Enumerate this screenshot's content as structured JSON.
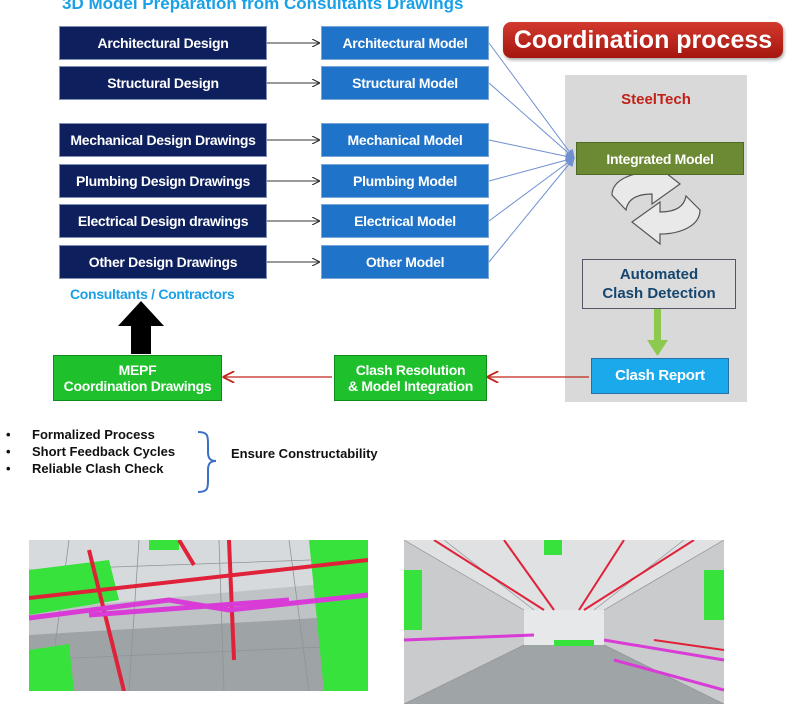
{
  "header": {
    "title": "3D Model Preparation from Consultants Drawings",
    "coordination": "Coordination process"
  },
  "design_inputs": [
    "Architectural Design",
    "Structural Design",
    "Mechanical Design Drawings",
    "Plumbing Design  Drawings",
    "Electrical Design drawings",
    "Other Design  Drawings"
  ],
  "models": [
    "Architectural Model",
    "Structural Model",
    "Mechanical Model",
    "Plumbing Model",
    "Electrical Model",
    "Other Model"
  ],
  "consultants_label": "Consultants / Contractors",
  "steeltech": {
    "label": "SteelTech",
    "integrated": "Integrated Model",
    "automated_line1": "Automated",
    "automated_line2": "Clash Detection"
  },
  "clash_report": "Clash Report",
  "clash_resolution_line1": "Clash Resolution",
  "clash_resolution_line2": "& Model Integration",
  "mepf_line1": "MEPF",
  "mepf_line2": "Coordination Drawings",
  "benefits": [
    "Formalized Process",
    "Short Feedback Cycles",
    "Reliable Clash Check"
  ],
  "ensure": "Ensure Constructability",
  "colors": {
    "navy": "#0d1f5c",
    "blue": "#1f73c9",
    "green": "#1ec02c",
    "cyan": "#1aa9ea",
    "olive": "#6b8a33",
    "red": "#c0281c",
    "title_blue": "#1aa0e6"
  }
}
